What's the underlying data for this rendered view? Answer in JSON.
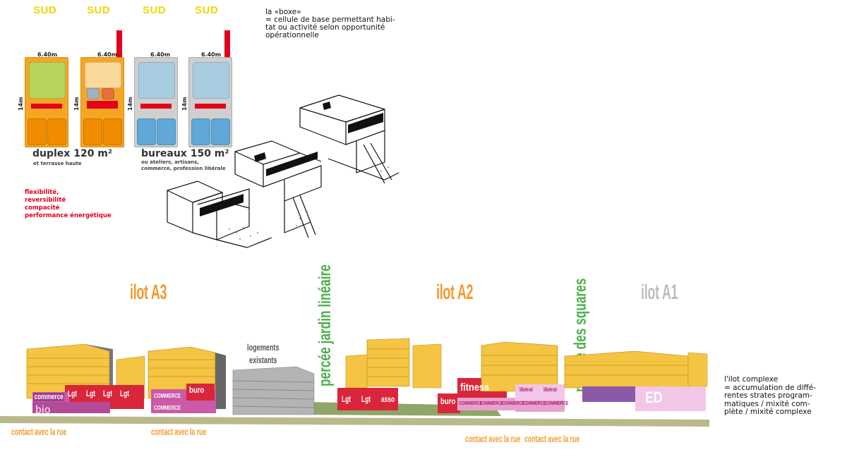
{
  "sud_labels": [
    "SUD",
    "SUD",
    "SUD",
    "SUD"
  ],
  "dimensions": {
    "width_labels": [
      "6.40m",
      "6.40m",
      "6.40m",
      "6.40m"
    ],
    "depth_labels": [
      "14m",
      "14m",
      "14m",
      "14m"
    ]
  },
  "cells": {
    "duplex_title": "duplex 120 m²",
    "duplex_subtitle": "et terrasse haute",
    "bureaux_title": "bureaux 150 m²",
    "bureaux_subtitle_lines": [
      "ou ateliers, artisans,",
      "commerce, profession libérale"
    ]
  },
  "qualities": [
    "flexibilité,",
    "reversibilité",
    "compacité",
    "performance énergétique"
  ],
  "boxe_note": [
    "la «boxe»",
    "= cellule de base permettant habi-",
    "tat ou activité selon opportunité",
    "opérationnelle"
  ],
  "ilots": {
    "a3": "ilot A3",
    "a2": "ilot A2",
    "a1": "ilot A1"
  },
  "percees": {
    "jardin": "percée jardin linéaire",
    "squares": "percée des squares"
  },
  "logements_existants": [
    "logements",
    "existants"
  ],
  "contact_labels": [
    "contact avec la rue",
    "contact avec la rue",
    "contact avec la rue",
    "contact avec la rue"
  ],
  "program_labels": {
    "commerce": "commerce",
    "bio": "bio",
    "lgt": "Lgt",
    "commerce_caps": "COMMERCE",
    "buro": "buro",
    "asso": "asso",
    "fitness": "fitness",
    "liberal": "libéral",
    "ed": "ED"
  },
  "complexe_note": [
    "l'ilot complexe",
    "= accumulation de diffé-",
    "rentes strates program-",
    "matiques / mixité com-",
    "plète / mixité complexe"
  ],
  "colors": {
    "sud_yellow": "#f2d400",
    "orange_plan": "#f5a623",
    "green_plan": "#b7d45a",
    "blue_plan": "#a8cde0",
    "red_accent": "#e3001b",
    "ilot_orange": "#f39a2e",
    "ilot_grey": "#bdbdbd",
    "percee_green": "#4cb04c"
  }
}
